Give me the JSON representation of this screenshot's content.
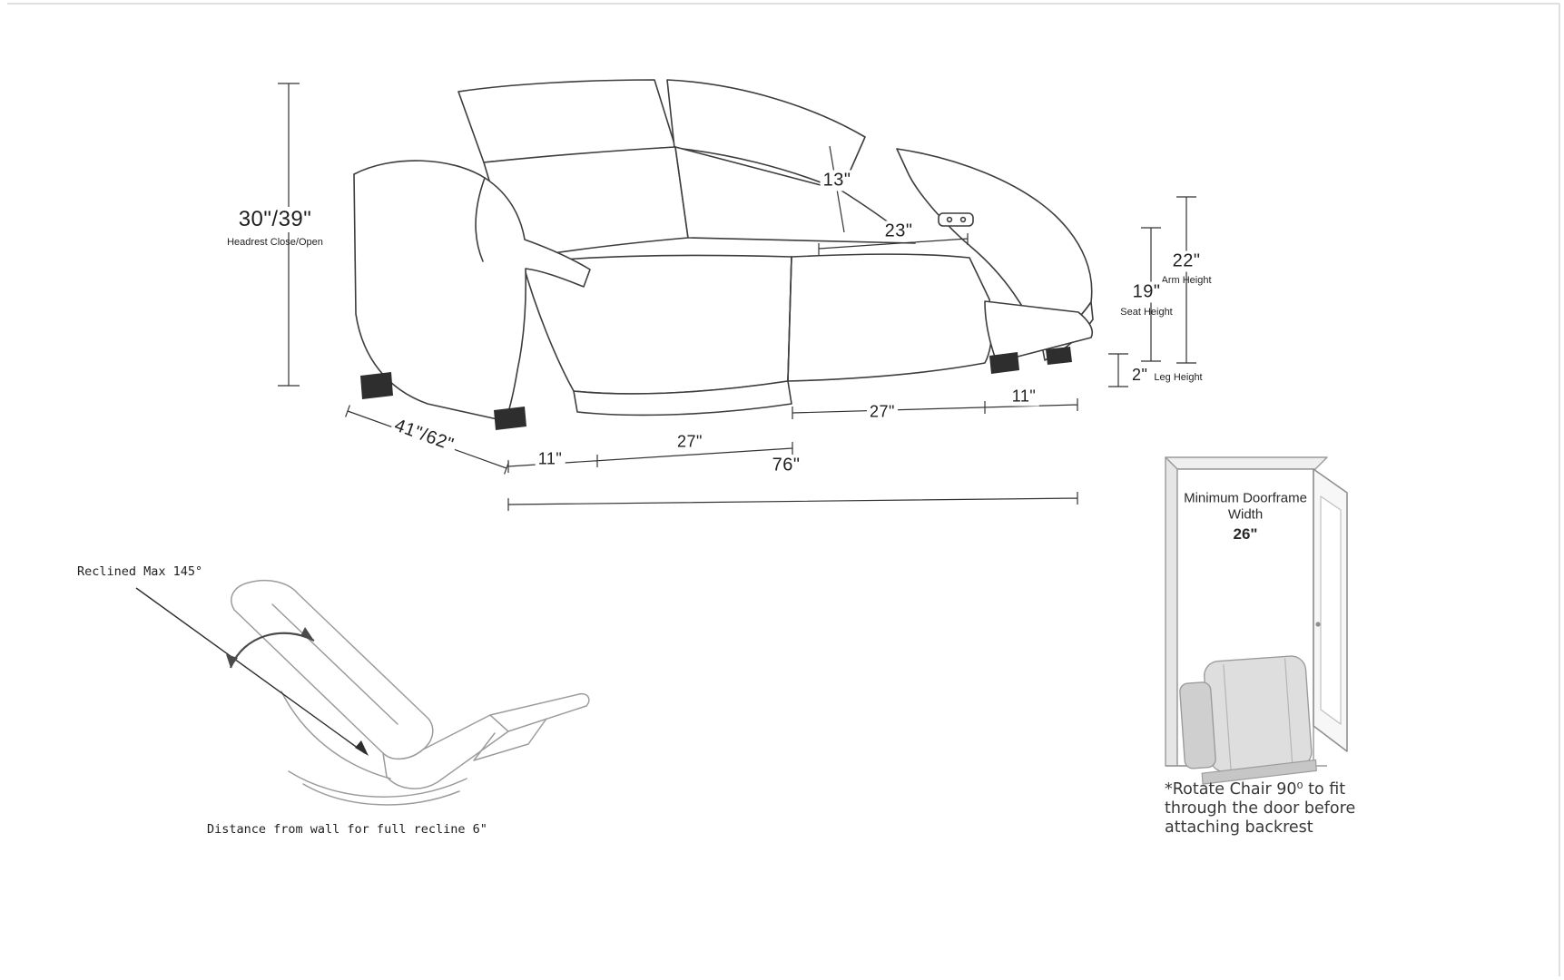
{
  "sofa": {
    "headrest_height": "30\"/39\"",
    "headrest_caption": "Headrest Close/Open",
    "back_width": "13\"",
    "seat_width": "23\"",
    "arm_height": "22\"",
    "arm_height_caption": "Arm Height",
    "seat_height": "19\"",
    "seat_height_caption": "Seat Height",
    "leg_height": "2\"",
    "leg_height_caption": "Leg Height",
    "depth": "41\"/62\"",
    "seat_segment_right": "27\"",
    "arm_segment_right": "11\"",
    "seat_segment_left": "27\"",
    "arm_segment_left": "11\"",
    "total_width": "76\""
  },
  "recliner": {
    "max_recline": "Reclined Max 145°",
    "wall_distance": "Distance from wall for full recline 6\""
  },
  "doorway": {
    "title_line1": "Minimum Doorframe",
    "title_line2": "Width",
    "min_width": "26\"",
    "note_line1": "*Rotate Chair 90⁰ to fit",
    "note_line2": "through the door before",
    "note_line3": "attaching backrest"
  },
  "colors": {
    "line_art": "#3d3d3d",
    "dimension_lines": "#333333",
    "secondary_art": "#9c9c9c",
    "background": "#ffffff"
  }
}
